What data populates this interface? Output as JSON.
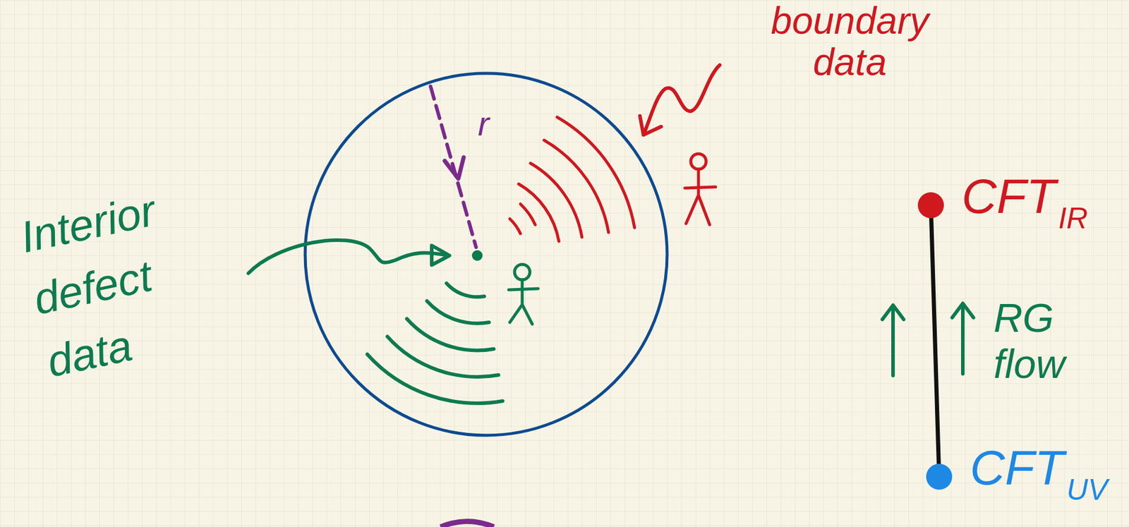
{
  "diagram": {
    "nodes": [
      {
        "text": [
          "CFT",
          "IR"
        ]
      },
      {
        "text": [
          "CFT",
          "UV"
        ]
      }
    ],
    "edges": [
      {
        "from": 1,
        "to": 0,
        "arrow": "none"
      }
    ],
    "labels": [
      "boundary data",
      "r",
      "Interior defect data",
      "RG flow"
    ]
  }
}
